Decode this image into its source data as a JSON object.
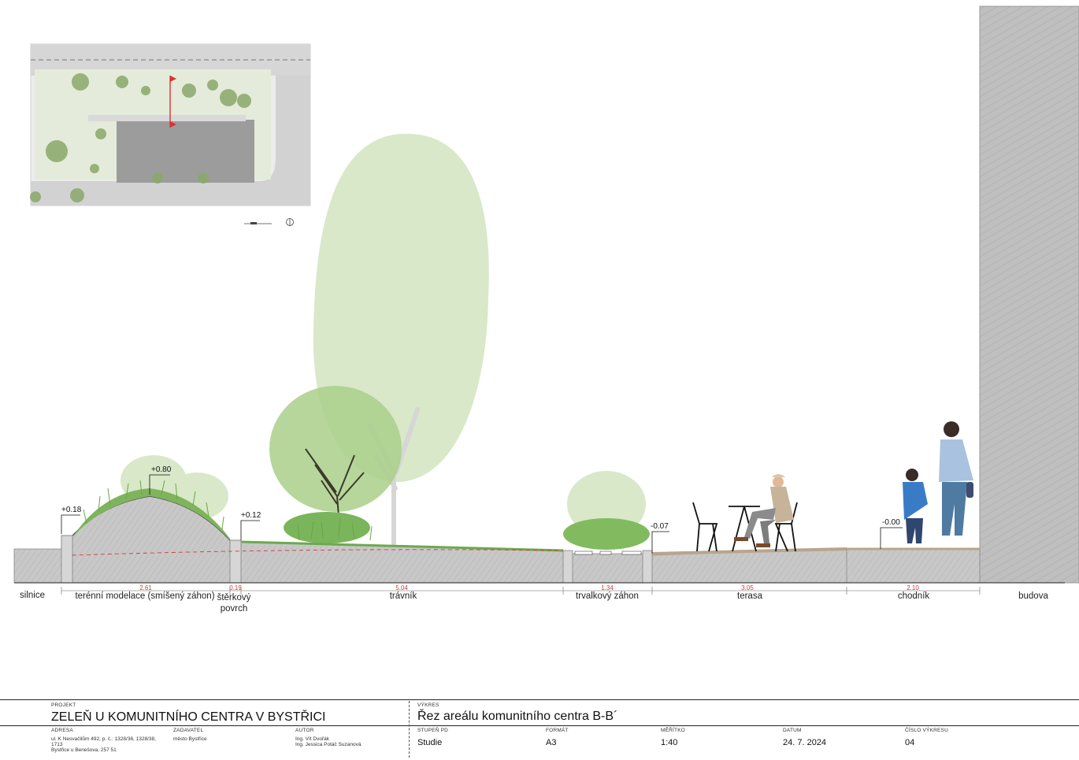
{
  "section": {
    "zones": [
      {
        "label": "silnice",
        "dim": ""
      },
      {
        "label": "terénní modelace (smíšený záhon)",
        "dim": "2.61"
      },
      {
        "label": "štěrkový\npovrch",
        "dim": "0.19"
      },
      {
        "label": "trávník",
        "dim": "5.04"
      },
      {
        "label": "trvalkový záhon",
        "dim": "1.34"
      },
      {
        "label": "terasa",
        "dim": "3.05"
      },
      {
        "label": "chodník",
        "dim": "2.10"
      },
      {
        "label": "budova",
        "dim": ""
      }
    ],
    "levels": [
      "+0.18",
      "+0.80",
      "+0.12",
      "-0.07",
      "-0.00"
    ]
  },
  "title_block": {
    "projekt_label": "PROJEKT",
    "projekt": "ZELEŇ U KOMUNITNÍHO CENTRA V BYSTŘICI",
    "vykres_label": "VÝKRES",
    "vykres": "Řez areálu komunitního centra B-B´",
    "adresa_label": "ADRESA",
    "adresa_line1": "ul. K Nesvačilům 492, p. č.: 1328/36, 1328/38,",
    "adresa_line2": "1713",
    "adresa_line3": "Bystřice u Benešova, 257 51",
    "zadavatel_label": "ZADAVATEL",
    "zadavatel": "město Bystřice",
    "autor_label": "AUTOR",
    "autor_line1": "Ing. Vít Dvořák",
    "autor_line2": "Ing. Jessica Potáč Suzanová",
    "stupen_label": "STUPEŇ PD",
    "stupen": "Studie",
    "format_label": "FORMÁT",
    "format": "A3",
    "meritko_label": "MĚŘÍTKO",
    "meritko": "1:40",
    "datum_label": "DATUM",
    "datum": "24. 7. 2024",
    "cislo_label": "ČÍSLO VÝKRESU",
    "cislo": "04"
  },
  "colors": {
    "ground": "#c9c9c9",
    "building": "#bdbdbd",
    "foliage": "#8fbd6a",
    "foliage_pale": "#cfe3bd",
    "dimension_red": "#d43a3a"
  }
}
